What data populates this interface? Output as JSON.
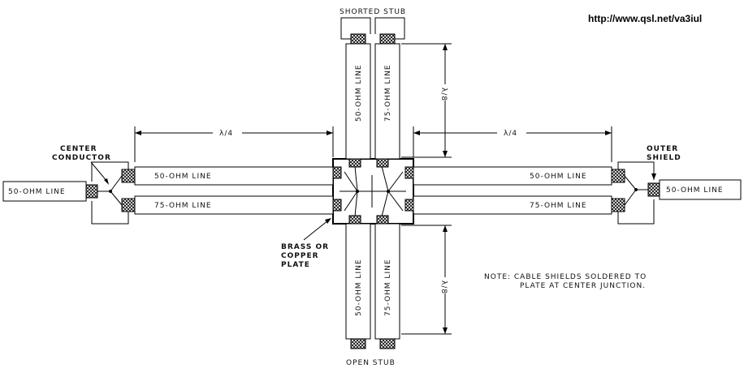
{
  "watermark": "http://www.qsl.net/va3iul",
  "labels": {
    "shorted_stub": "SHORTED STUB",
    "open_stub": "OPEN STUB",
    "lambda_quarter": "λ/4",
    "lambda_eighth": "λ/8",
    "center_conductor_1": "CENTER",
    "center_conductor_2": "CONDUCTOR",
    "outer_shield_1": "OUTER",
    "outer_shield_2": "SHIELD",
    "line_50": "50-OHM LINE",
    "line_75": "75-OHM LINE",
    "line_50_vert": "50-OHM LINE",
    "line_75_vert": "75-OHM LINE",
    "plate_1": "BRASS OR",
    "plate_2": "COPPER",
    "plate_3": "PLATE",
    "note_1": "NOTE: CABLE SHIELDS SOLDERED TO",
    "note_2": "PLATE AT CENTER JUNCTION."
  }
}
